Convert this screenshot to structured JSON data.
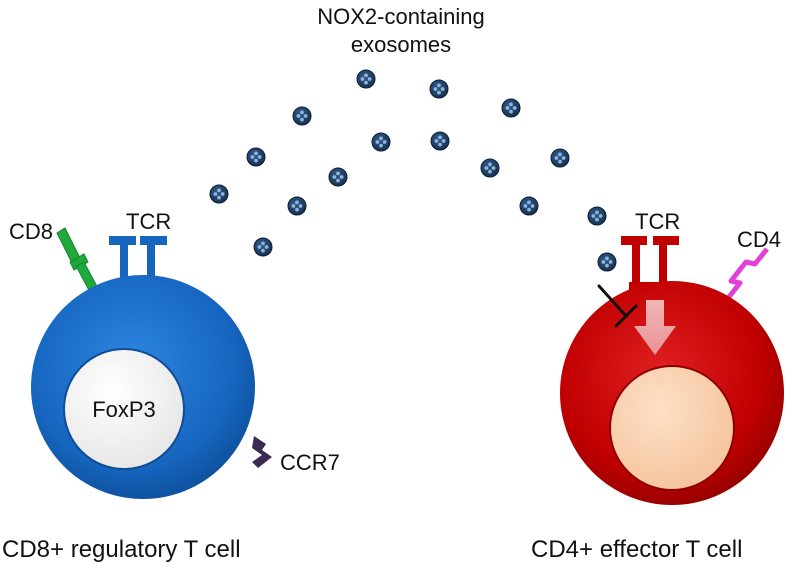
{
  "title": {
    "line1": "NOX2-containing",
    "line2": "exosomes"
  },
  "left_cell": {
    "caption": "CD8+ regulatory T cell",
    "nucleus_label": "FoxP3",
    "receptor_labels": {
      "cd8": "CD8",
      "tcr": "TCR",
      "ccr7": "CCR7"
    },
    "color": "#1666c0"
  },
  "right_cell": {
    "caption": "CD4+ effector T cell",
    "receptor_labels": {
      "tcr": "TCR",
      "cd4": "CD4"
    },
    "color": "#c00000",
    "nucleus_color": "#f9cfad"
  },
  "exosome_color": "#1e3f66",
  "cd8_color": "#1fa83c",
  "cd4_color": "#e040d8",
  "ccr7_color": "#3b2a52"
}
